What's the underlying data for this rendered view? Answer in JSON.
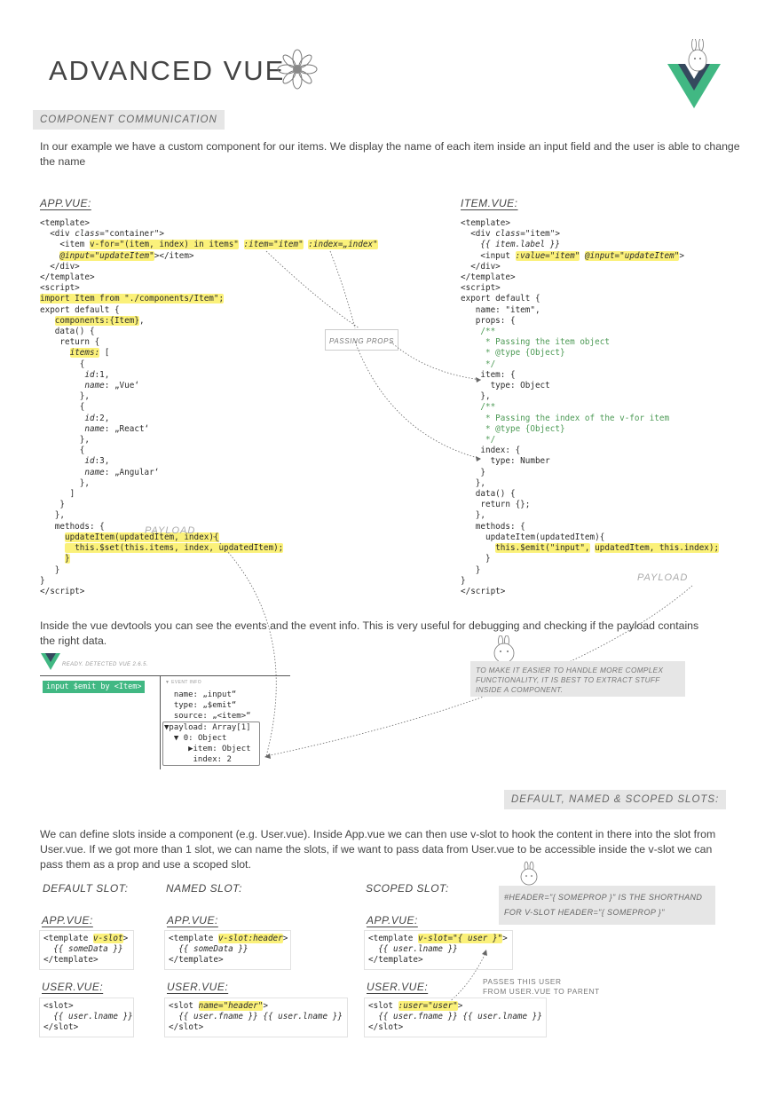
{
  "title": "ADVANCED VUE",
  "sections": {
    "component_communication": "COMPONENT COMMUNICATION",
    "slots": "DEFAULT, NAMED & SCOPED SLOTS:"
  },
  "intro_text": "In our example we have a custom component for our items. We display the name of each item inside an input field and the user is able to change the name",
  "app_label": "APP.VUE:",
  "item_label": "ITEM.VUE:",
  "passing_props": "PASSING PROPS",
  "payload_left": "PAYLOAD",
  "payload_right": "PAYLOAD",
  "devtools_text": "Inside the vue devtools you can see the events and the event info. This is very useful for debugging and checking if the payload contains the right data.",
  "devtools": {
    "status": "READY. DETECTED VUE 2.6.5.",
    "event_badge": "input $emit by <Item>",
    "event_info_title": "EVENT INFO",
    "lines": [
      "name: „input“",
      "type: „$emit“",
      "source: „<item>“",
      "payload: Array[1]",
      "0: Object",
      "item: Object",
      "index: 2"
    ]
  },
  "note": "TO MAKE IT EASIER TO HANDLE MORE COMPLEX FUNCTIONALITY, IT IS BEST TO EXTRACT STUFF INSIDE A COMPONENT.",
  "slots_text": "We can define slots inside a component (e.g. User.vue). Inside App.vue  we can then use v-slot to hook the content in there into the slot from User.vue. If we got more than 1 slot, we can name the slots, if we want to pass data from User.vue to be accessible inside the v-slot we can pass them as a prop and use a scoped slot.",
  "slot_headings": {
    "default": "DEFAULT SLOT:",
    "named": "NAMED SLOT:",
    "scoped": "SCOPED SLOT:"
  },
  "shorthand_note": {
    "line1": "#HEADER=\"{ SOMEPROP }\" IS THE SHORTHAND",
    "line2": "FOR V-SLOT HEADER=\"{ SOMEPROP }\""
  },
  "slot_app_label": "APP.VUE:",
  "slot_user_label": "USER.VUE:",
  "passes_note": {
    "line1": "PASSES THIS USER",
    "line2": "FROM USER.VUE TO PARENT"
  },
  "colors": {
    "highlight": "#fbf17a",
    "vue_green": "#41b883",
    "vue_dark": "#35495e",
    "banner": "#e6e6e6"
  }
}
